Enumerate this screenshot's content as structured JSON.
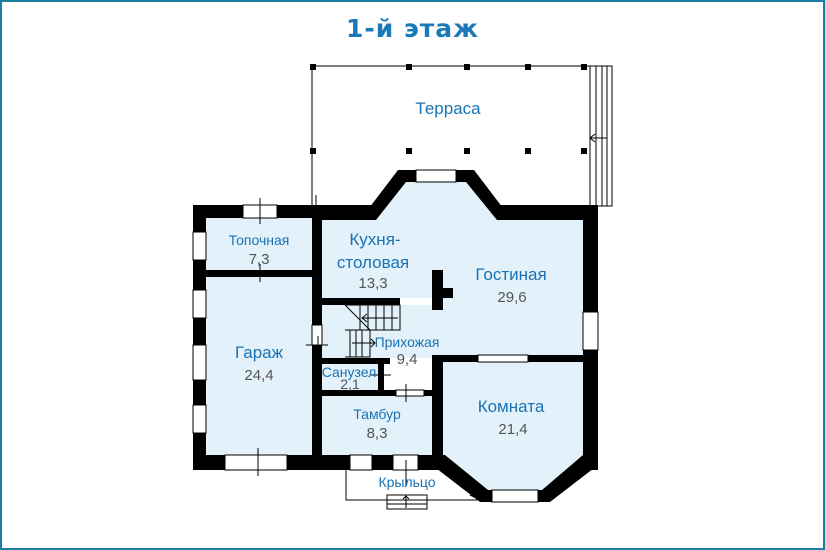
{
  "title": "1-й этаж",
  "rooms": {
    "terrace": {
      "name": "Терраса"
    },
    "boiler": {
      "name": "Топочная",
      "area": "7,3"
    },
    "kitchen": {
      "name1": "Кухня-",
      "name2": "столовая",
      "area": "13,3"
    },
    "living": {
      "name": "Гостиная",
      "area": "29,6"
    },
    "garage": {
      "name": "Гараж",
      "area": "24,4"
    },
    "hall": {
      "name": "Прихожая",
      "area": "9,4"
    },
    "bathroom": {
      "name": "Санузел",
      "area": "2,1"
    },
    "vestibule": {
      "name": "Тамбур",
      "area": "8,3"
    },
    "room": {
      "name": "Комната",
      "area": "21,4"
    },
    "porch": {
      "name": "Крыльцо"
    }
  },
  "colors": {
    "frame": "#1a7fa0",
    "text": "#1a72b3",
    "room_fill": "#e3f2fa"
  }
}
